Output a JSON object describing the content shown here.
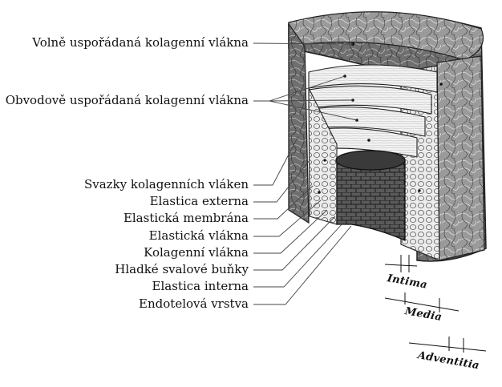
{
  "labels": {
    "loose_collagen": "Volně uspořádaná kolagenní vlákna",
    "circular_collagen": "Obvodově uspořádaná kolagenní vlákna",
    "collagen_bundles": "Svazky kolagenních vláken",
    "elastica_externa": "Elastica externa",
    "elastic_membrane": "Elastická membrána",
    "elastic_fibers": "Elastická vlákna",
    "collagen_fibers": "Kolagenní vlákna",
    "smooth_muscle": "Hladké svalové buňky",
    "elastica_interna": "Elastica interna",
    "endothelium": "Endotelová vrstva"
  },
  "layers": {
    "intima": "Intima",
    "media": "Media",
    "adventitia": "Adventitia"
  }
}
